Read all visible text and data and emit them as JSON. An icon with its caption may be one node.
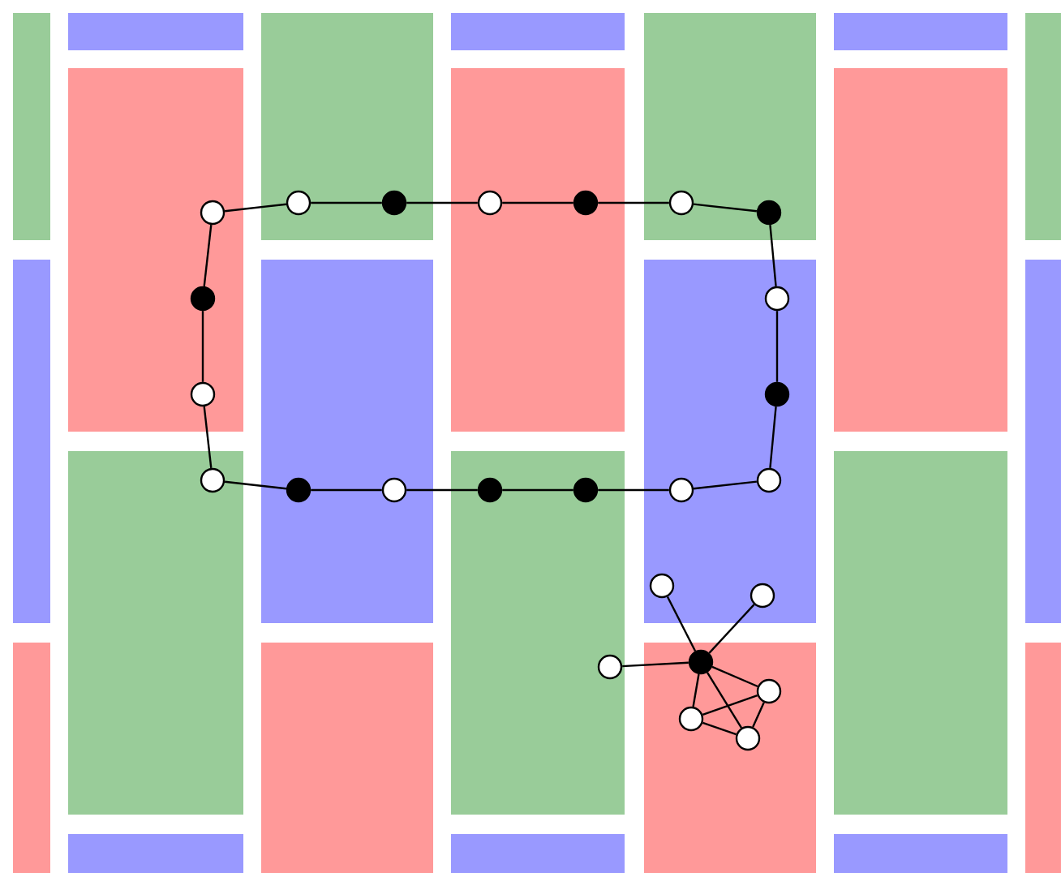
{
  "diagram": {
    "nodes": [
      {
        "text": [],
        "shape": "circle"
      },
      {
        "text": [],
        "shape": "circle"
      },
      {
        "text": [],
        "shape": "dot"
      },
      {
        "text": [],
        "shape": "circle"
      },
      {
        "text": [],
        "shape": "dot"
      },
      {
        "text": [],
        "shape": "circle"
      },
      {
        "text": [],
        "shape": "dot"
      },
      {
        "text": [],
        "shape": "circle"
      },
      {
        "text": [],
        "shape": "dot"
      },
      {
        "text": [],
        "shape": "circle"
      },
      {
        "text": [],
        "shape": "circle"
      },
      {
        "text": [],
        "shape": "dot"
      },
      {
        "text": [],
        "shape": "dot"
      },
      {
        "text": [],
        "shape": "circle"
      },
      {
        "text": [],
        "shape": "dot"
      },
      {
        "text": [],
        "shape": "circle"
      },
      {
        "text": [],
        "shape": "circle"
      },
      {
        "text": [],
        "shape": "dot"
      },
      {
        "text": [],
        "shape": "dot"
      },
      {
        "text": [],
        "shape": "circle"
      },
      {
        "text": [],
        "shape": "circle"
      },
      {
        "text": [],
        "shape": "circle"
      },
      {
        "text": [],
        "shape": "circle"
      },
      {
        "text": [],
        "shape": "circle"
      },
      {
        "text": [],
        "shape": "circle"
      }
    ],
    "edges": [
      {
        "from": 0,
        "to": 1,
        "arrow": "none"
      },
      {
        "from": 1,
        "to": 2,
        "arrow": "none"
      },
      {
        "from": 2,
        "to": 3,
        "arrow": "none"
      },
      {
        "from": 3,
        "to": 4,
        "arrow": "none"
      },
      {
        "from": 4,
        "to": 5,
        "arrow": "none"
      },
      {
        "from": 5,
        "to": 6,
        "arrow": "none"
      },
      {
        "from": 6,
        "to": 7,
        "arrow": "none"
      },
      {
        "from": 7,
        "to": 8,
        "arrow": "none"
      },
      {
        "from": 8,
        "to": 9,
        "arrow": "none"
      },
      {
        "from": 9,
        "to": 10,
        "arrow": "none"
      },
      {
        "from": 10,
        "to": 11,
        "arrow": "none"
      },
      {
        "from": 11,
        "to": 12,
        "arrow": "none"
      },
      {
        "from": 12,
        "to": 13,
        "arrow": "none"
      },
      {
        "from": 13,
        "to": 14,
        "arrow": "none"
      },
      {
        "from": 14,
        "to": 15,
        "arrow": "none"
      },
      {
        "from": 15,
        "to": 16,
        "arrow": "none"
      },
      {
        "from": 16,
        "to": 17,
        "arrow": "none"
      },
      {
        "from": 17,
        "to": 0,
        "arrow": "none"
      },
      {
        "from": 18,
        "to": 19,
        "arrow": "none"
      },
      {
        "from": 18,
        "to": 20,
        "arrow": "none"
      },
      {
        "from": 18,
        "to": 21,
        "arrow": "none"
      },
      {
        "from": 18,
        "to": 22,
        "arrow": "none"
      },
      {
        "from": 18,
        "to": 23,
        "arrow": "none"
      },
      {
        "from": 18,
        "to": 24,
        "arrow": "none"
      },
      {
        "from": 22,
        "to": 23,
        "arrow": "none"
      },
      {
        "from": 22,
        "to": 24,
        "arrow": "none"
      },
      {
        "from": 23,
        "to": 24,
        "arrow": "none"
      }
    ]
  }
}
